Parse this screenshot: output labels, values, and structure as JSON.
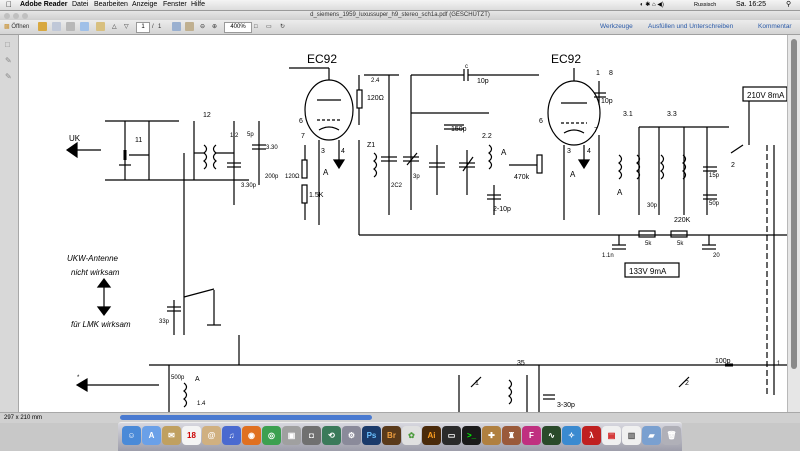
{
  "menubar": {
    "app": "Adobe Reader",
    "items": [
      "Datei",
      "Bearbeiten",
      "Anzeige",
      "Fenster",
      "Hilfe"
    ],
    "input_source": "Russisch",
    "clock": "Sa. 16:25"
  },
  "window": {
    "title": "d_siemens_1959_luxussuper_h9_stereo_sch1a.pdf (GESCHÜTZT)"
  },
  "toolbar": {
    "open_label": "Öffnen",
    "page_current": "1",
    "page_separator": "/",
    "page_total": "1",
    "zoom": "400%",
    "tools_label": "Werkzeuge",
    "fill_sign_label": "Ausfüllen und Unterschreiben",
    "comment_label": "Kommentar"
  },
  "status": {
    "page_size": "297 x 210 mm"
  },
  "schematic": {
    "tube_left": "EC92",
    "tube_right": "EC92",
    "antenna_label_1": "UKW-Antenne",
    "antenna_label_2": "nicht wirksam",
    "amfm_label": "für LMK wirksam",
    "voltage_top": "210V 8mA",
    "voltage_mid": "133V 9mA",
    "labels": [
      "UK",
      "12",
      "11",
      "6",
      "3",
      "4",
      "120Ω",
      "2.4",
      "1,2",
      "5p",
      "3.30p",
      "7",
      "3.30",
      "200p",
      "120Ω",
      "1.5K",
      "A",
      "Z1",
      "2C2",
      "3p",
      "10p",
      "150p",
      "2.2",
      "2-10p",
      "470k",
      "1",
      "8",
      "10p",
      "3.1",
      "3.3",
      "30p",
      "220K",
      "15p",
      "50p",
      "1.1n",
      "5k",
      "5k",
      "20",
      "33p",
      "35",
      "3-30p",
      "100p",
      "500p",
      "1.4",
      "2",
      "1",
      "5",
      "L"
    ]
  },
  "dock": {
    "apps": [
      "finder",
      "app-store",
      "mail",
      "calendar",
      "address-book",
      "itunes",
      "firefox",
      "chrome",
      "preview",
      "image-capture",
      "time-machine",
      "system-preferences",
      "photoshop",
      "bridge",
      "photos",
      "illustrator",
      "tv",
      "terminal",
      "utility",
      "wine",
      "font-book",
      "activity-monitor",
      "safari",
      "acrobat",
      "pdf",
      "document",
      "folder",
      "trash"
    ]
  }
}
